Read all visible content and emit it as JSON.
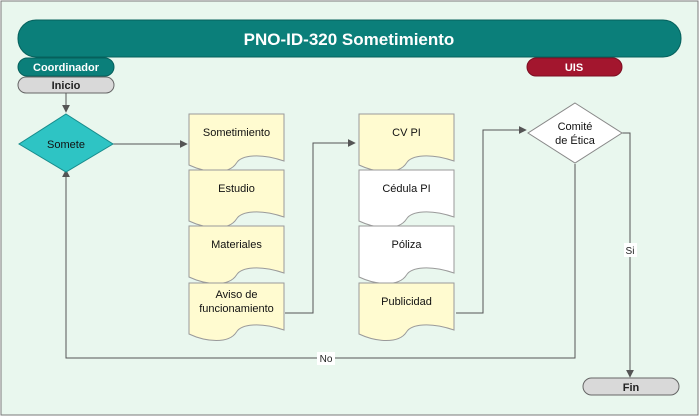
{
  "title": "PNO-ID-320 Sometimiento",
  "roles": {
    "coordinador": "Coordinador",
    "uis": "UIS"
  },
  "terminals": {
    "start": "Inicio",
    "end": "Fin"
  },
  "decisions": {
    "somete": "Somete",
    "comite": [
      "Comité",
      "de Ética"
    ]
  },
  "documents_col1": [
    {
      "lines": [
        "Sometimiento"
      ],
      "fill": "#fffbd0"
    },
    {
      "lines": [
        "Estudio"
      ],
      "fill": "#fffbd0"
    },
    {
      "lines": [
        "Materiales"
      ],
      "fill": "#fffbd0"
    },
    {
      "lines": [
        "Aviso de",
        "funcionamiento"
      ],
      "fill": "#fffbd0"
    }
  ],
  "documents_col2": [
    {
      "lines": [
        "CV PI"
      ],
      "fill": "#fffbd0"
    },
    {
      "lines": [
        "Cédula PI"
      ],
      "fill": "#ffffff"
    },
    {
      "lines": [
        "Póliza"
      ],
      "fill": "#ffffff"
    },
    {
      "lines": [
        "Publicidad"
      ],
      "fill": "#fffbd0"
    }
  ],
  "connector_labels": {
    "yes": "Si",
    "no": "No"
  },
  "colors": {
    "background": "#e9f7ee",
    "title_bar": "#0b7f7a",
    "coordinador_tab": "#0b7f7a",
    "uis_tab": "#a3162e",
    "terminal": "#d9d9d9",
    "decision_somete": "#2ec4c4",
    "decision_comite": "#ffffff",
    "document_border": "#9a9a9a",
    "line": "#555555"
  }
}
